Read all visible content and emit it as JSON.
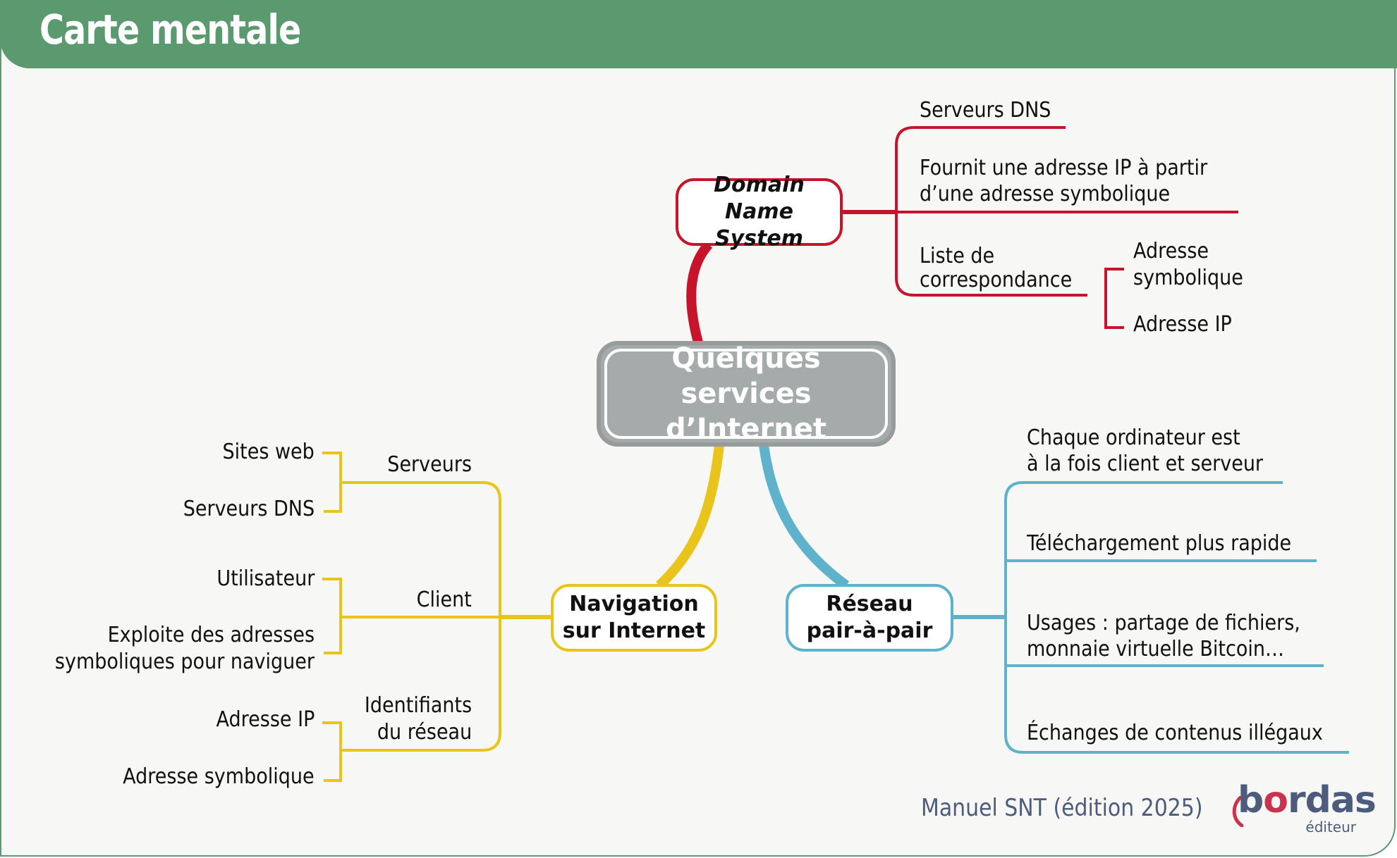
{
  "header": {
    "title": "Carte mentale"
  },
  "colors": {
    "header": "#5b9a6e",
    "dns_branch": "#c8142b",
    "navigation_branch": "#e9c41a",
    "p2p_branch": "#5eb2cc",
    "center_node": "#a5aaaa",
    "footer_text": "#4d5b7c",
    "logo_accent": "#c9334f"
  },
  "center": {
    "line1": "Quelques services",
    "line2": "d’Internet"
  },
  "dns": {
    "title_line1": "Domain",
    "title_line2": "Name System",
    "items": [
      {
        "text_line1": "Serveurs DNS"
      },
      {
        "text_line1": "Fournit une adresse IP à partir",
        "text_line2": "d’une adresse symbolique"
      },
      {
        "text_line1": "Liste de",
        "text_line2": "correspondance",
        "children": [
          {
            "text_line1": "Adresse",
            "text_line2": "symbolique"
          },
          {
            "text_line1": "Adresse IP"
          }
        ]
      }
    ]
  },
  "navigation": {
    "title_line1": "Navigation",
    "title_line2": "sur Internet",
    "groups": [
      {
        "label_line1": "Serveurs",
        "children": [
          "Sites web",
          "Serveurs DNS"
        ]
      },
      {
        "label_line1": "Client",
        "children": [
          "Utilisateur",
          "Exploite des adresses|symboliques pour naviguer"
        ],
        "child2_line1": "Exploite des adresses",
        "child2_line2": "symboliques pour naviguer"
      },
      {
        "label_line1": "Identifiants",
        "label_line2": "du réseau",
        "children": [
          "Adresse IP",
          "Adresse symbolique"
        ]
      }
    ]
  },
  "p2p": {
    "title_line1": "Réseau",
    "title_line2": "pair-à-pair",
    "items": [
      {
        "text_line1": "Chaque ordinateur est",
        "text_line2": "à la fois client et serveur"
      },
      {
        "text_line1": "Téléchargement plus rapide"
      },
      {
        "text_line1": "Usages : partage de fichiers,",
        "text_line2": "monnaie virtuelle Bitcoin…"
      },
      {
        "text_line1": "Échanges de contenus illégaux"
      }
    ]
  },
  "footer": {
    "text": "Manuel SNT (édition 2025)",
    "logo_prefix": "b",
    "logo_o": "o",
    "logo_rest": "rdas",
    "logo_sub": "éditeur"
  }
}
